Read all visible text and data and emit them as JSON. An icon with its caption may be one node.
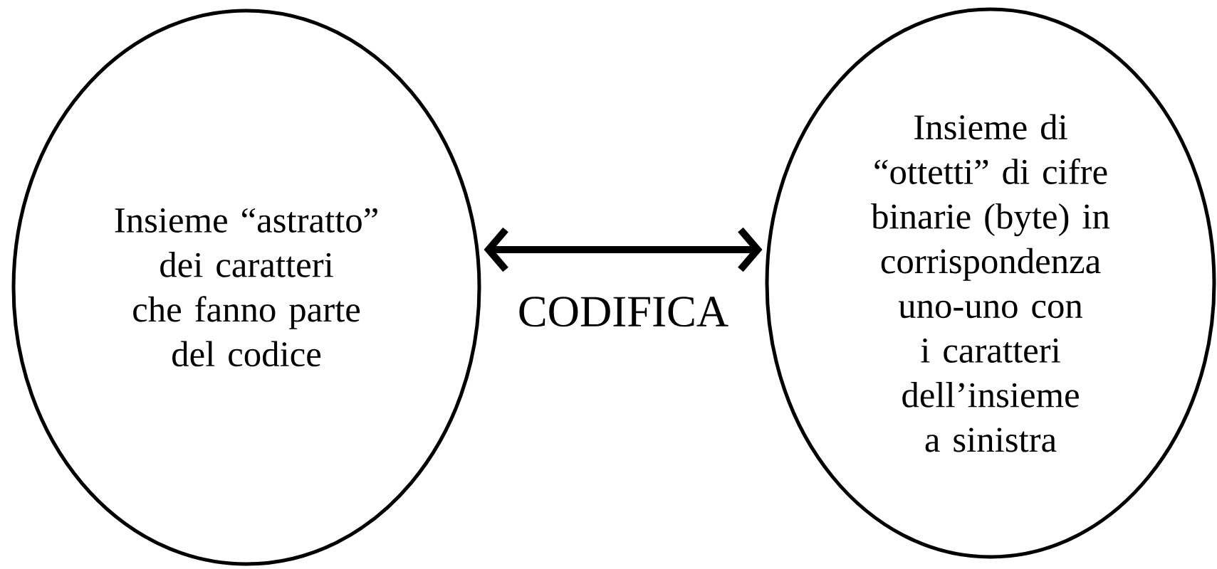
{
  "diagram": {
    "nodes": [
      {
        "text": [
          "Insieme “astratto” dei caratteri che fanno parte del codice"
        ]
      },
      {
        "text": [
          "Insieme di “ottetti” di cifre binarie (byte) in corrispondenza uno-uno con i caratteri dell’insieme a sinistra"
        ]
      }
    ],
    "edges": [
      {
        "from": 0,
        "to": 1,
        "arrow": "both",
        "label": "CODIFICA"
      }
    ]
  }
}
